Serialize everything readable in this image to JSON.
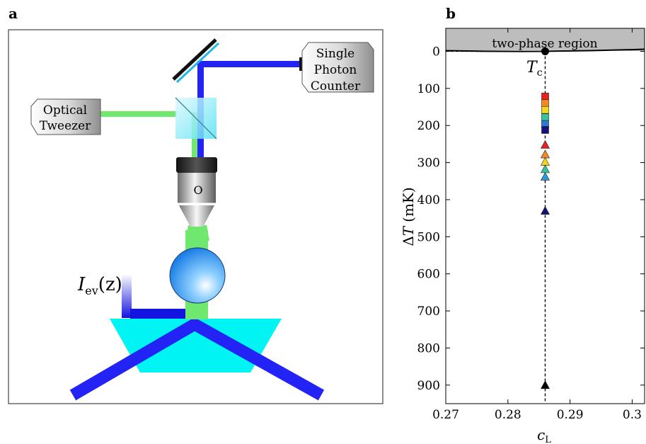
{
  "panels": {
    "a": {
      "letter": "a",
      "labels": {
        "optical_tweezer_1": "Optical",
        "optical_tweezer_2": "Tweezer",
        "spc_1": "Single",
        "spc_2": "Photon",
        "spc_3": "Counter",
        "objective": "O",
        "iev_main": "I",
        "iev_sub": "ev",
        "iev_arg": "(z)"
      },
      "colors": {
        "beam_blue": "#2323f5",
        "beam_green": "#70e870",
        "prism": "#00f4f4",
        "bead": "#2a8fe0"
      }
    },
    "b": {
      "letter": "b",
      "region_label": "two-phase region",
      "tc_main": "T",
      "tc_sub": "c",
      "ylabel_delta": "Δ",
      "ylabel_T": "T",
      "ylabel_unit": "(mK)",
      "xlabel_main": "c",
      "xlabel_sub": "L",
      "yticks": [
        "0",
        "100",
        "200",
        "300",
        "400",
        "500",
        "600",
        "700",
        "800",
        "900"
      ],
      "xticks": [
        "0.27",
        "0.28",
        "0.29",
        "0.3"
      ]
    }
  },
  "chart_data": {
    "type": "scatter",
    "title": "",
    "xlabel": "c_L",
    "ylabel": "ΔT (mK)",
    "xlim": [
      0.27,
      0.302
    ],
    "ylim": [
      950,
      -62
    ],
    "y_inverted": true,
    "critical_point": {
      "label": "T_c",
      "x": 0.286,
      "y": 0
    },
    "shaded_region": {
      "label": "two-phase region",
      "y_from": -62,
      "y_to": 0
    },
    "vline_x": 0.286,
    "series": [
      {
        "marker": "square",
        "points": [
          {
            "x": 0.286,
            "y": 122,
            "color": "#e8211e"
          },
          {
            "x": 0.286,
            "y": 140,
            "color": "#f58a22"
          },
          {
            "x": 0.286,
            "y": 158,
            "color": "#f2d71c"
          },
          {
            "x": 0.286,
            "y": 178,
            "color": "#38c49a"
          },
          {
            "x": 0.286,
            "y": 196,
            "color": "#2b7ad6"
          },
          {
            "x": 0.286,
            "y": 212,
            "color": "#13137a"
          }
        ]
      },
      {
        "marker": "triangle",
        "points": [
          {
            "x": 0.286,
            "y": 252,
            "color": "#e8211e"
          },
          {
            "x": 0.286,
            "y": 278,
            "color": "#f58a22"
          },
          {
            "x": 0.286,
            "y": 298,
            "color": "#f2d71c"
          },
          {
            "x": 0.286,
            "y": 318,
            "color": "#38c49a"
          },
          {
            "x": 0.286,
            "y": 338,
            "color": "#2b9ae0"
          },
          {
            "x": 0.286,
            "y": 430,
            "color": "#13137a"
          },
          {
            "x": 0.286,
            "y": 900,
            "color": "#000000"
          }
        ]
      }
    ]
  }
}
